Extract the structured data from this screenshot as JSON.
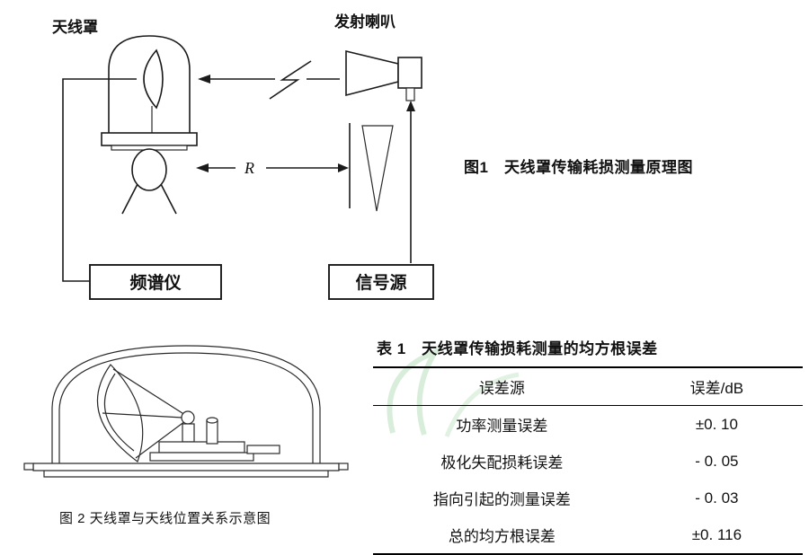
{
  "fig1": {
    "radome_label": "天线罩",
    "horn_label": "发射喇叭",
    "distance_label": "R",
    "spectrum_analyzer": "频谱仪",
    "signal_source": "信号源",
    "caption": "图1　天线罩传输耗损测量原理图"
  },
  "fig2": {
    "caption": "图 2 天线罩与天线位置关系示意图"
  },
  "table": {
    "title": "表 1　天线罩传输损耗测量的均方根误差",
    "headers": [
      "误差源",
      "误差/dB"
    ],
    "rows": [
      {
        "source": "功率测量误差",
        "value": "±0. 10"
      },
      {
        "source": "极化失配损耗误差",
        "value": "- 0. 05"
      },
      {
        "source": "指向引起的测量误差",
        "value": "- 0. 03"
      },
      {
        "source": "总的均方根误差",
        "value": "±0. 116"
      }
    ]
  }
}
